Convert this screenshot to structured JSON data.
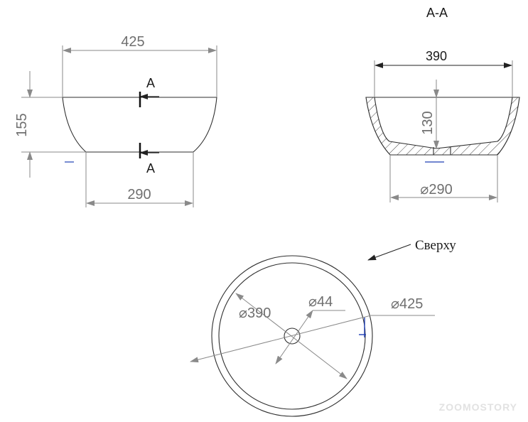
{
  "front_view": {
    "top_width": "425",
    "height": "155",
    "base_width": "290",
    "section_mark_top": "A",
    "section_mark_bottom": "A"
  },
  "section_view": {
    "title": "A-A",
    "inner_width": "390",
    "depth": "130",
    "diameter_symbol": "⌀",
    "base_diameter": "290"
  },
  "top_view": {
    "label": "Сверху",
    "diameter_symbol": "⌀",
    "inner_diameter": "390",
    "drain_diameter": "44",
    "outer_diameter": "425"
  },
  "watermark": "ZOOMOSTORY",
  "colors": {
    "dimension": "#8a8a8a",
    "outline": "#2e2e2e",
    "hatch": "#444444",
    "marker": "#1f3fb5"
  }
}
